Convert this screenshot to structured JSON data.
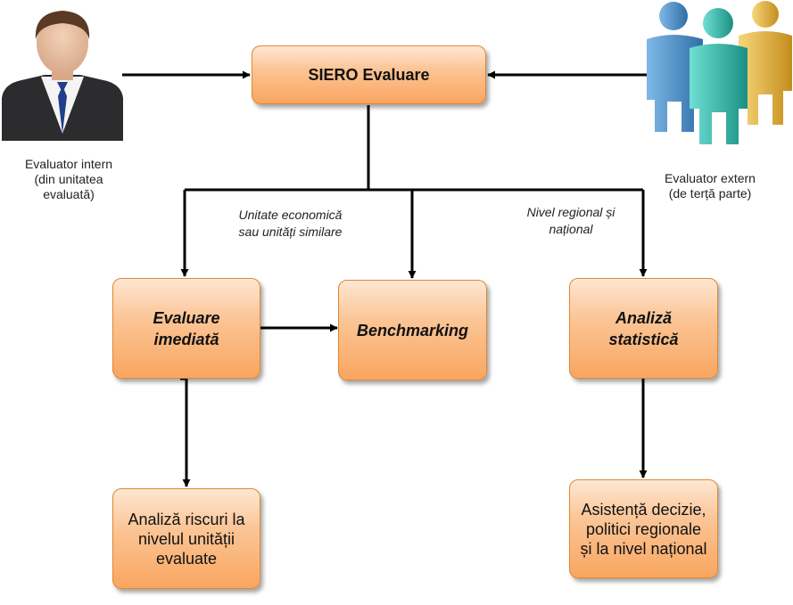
{
  "nodes": {
    "siero": "SIERO Evaluare",
    "evaluare_imediata": "Evaluare\nimediată",
    "benchmarking": "Benchmarking",
    "analiza_statistica": "Analiză\nstatistică",
    "analiza_riscuri": "Analiză riscuri la\nnivelul unității\nevaluate",
    "asistenta_decizie": "Asistență decizie,\npolitici regionale\nși la nivel național"
  },
  "actors": {
    "intern_label": "Evaluator intern\n(din unitatea\nevaluată)",
    "extern_label": "Evaluator extern\n(de terță parte)"
  },
  "edge_labels": {
    "unitate": "Unitate economică\nsau unități similare",
    "nivel": "Nivel regional și\nnațional"
  },
  "colors": {
    "box_border": "#e2872f",
    "box_fill": "#f9a660",
    "arrow": "#000000",
    "person_blue": "#4a90c8",
    "person_teal": "#2fb5a8",
    "person_gold": "#e3b23c"
  },
  "icons": {
    "intern": "businessman-icon",
    "extern": "people-group-icon"
  }
}
